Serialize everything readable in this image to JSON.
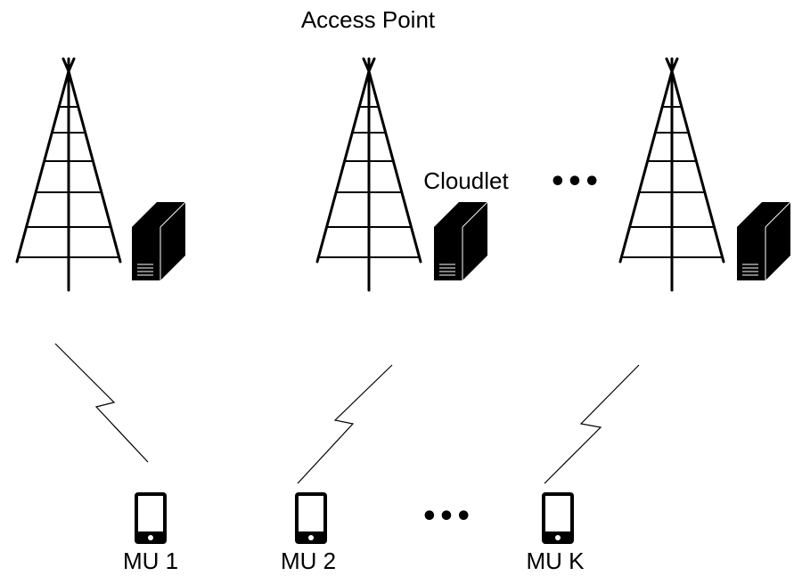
{
  "labels": {
    "access_point": "Access Point",
    "cloudlet": "Cloudlet",
    "ellipsis_top": "•••",
    "ellipsis_bottom": "•••"
  },
  "access_points": [
    {
      "name": "access-point-1"
    },
    {
      "name": "access-point-2"
    },
    {
      "name": "access-point-3"
    }
  ],
  "mobile_users": [
    {
      "label": "MU 1"
    },
    {
      "label": "MU 2"
    },
    {
      "label": "MU K"
    }
  ],
  "icons": [
    "cell-tower-icon",
    "server-icon",
    "smartphone-icon",
    "wireless-link-icon"
  ],
  "colors": {
    "ink": "#000000",
    "background": "#ffffff"
  }
}
